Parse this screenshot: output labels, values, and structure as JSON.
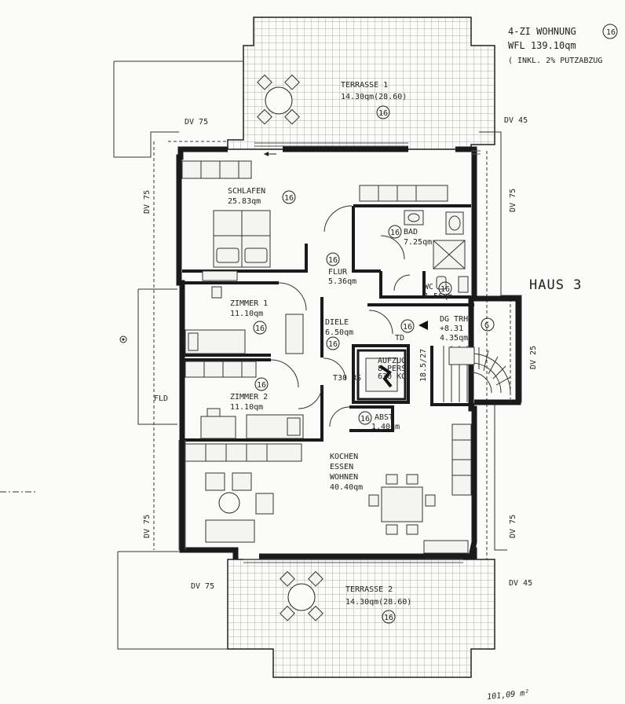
{
  "header": {
    "line1": "4-ZI WOHNUNG",
    "line1_badge": "16",
    "line2": "WFL  139.10qm",
    "line3": "( INKL. 2% PUTZABZUG"
  },
  "building": "HAUS 3",
  "rooms": {
    "terrasse1": {
      "name": "TERRASSE 1",
      "area": "14.30qm(28.60)",
      "badge": "16"
    },
    "schlafen": {
      "name": "SCHLAFEN",
      "area": "25.83qm",
      "badge": "16"
    },
    "bad": {
      "name": "BAD",
      "area": "7.25qm",
      "badge": "16"
    },
    "flur": {
      "name": "FLUR",
      "area": "5.36qm",
      "badge": "16"
    },
    "wc": {
      "name": "WC",
      "area": "1.56qm",
      "badge": "16"
    },
    "zimmer1": {
      "name": "ZIMMER 1",
      "area": "11.10qm",
      "badge": "16"
    },
    "diele": {
      "name": "DIELE",
      "area": "6.50qm",
      "badge": "16"
    },
    "dgtrh": {
      "name": "DG TRH",
      "level": "+8.31",
      "area": "4.35qm",
      "badge": "16",
      "marker": "G"
    },
    "aufzug": {
      "name": "AUFZUG",
      "line2": "8 PERS",
      "line3": "630 KG"
    },
    "zimmer2": {
      "name": "ZIMMER 2",
      "area": "11.10qm",
      "badge": "16"
    },
    "abst": {
      "name": "ABST",
      "area": "1.40qm",
      "badge": "16"
    },
    "kochen": {
      "line1": "KOCHEN",
      "line2": "ESSEN",
      "line3": "WOHNEN",
      "area": "40.40qm"
    },
    "terrasse2": {
      "name": "TERRASSE 2",
      "area": "14.30qm(28.60)",
      "badge": "16"
    }
  },
  "annotations": {
    "dv75_tl": "DV 75",
    "dv45_tr": "DV 45",
    "dv75_left_top": "DV 75",
    "dv75_right_top": "DV 75",
    "dv25_right": "DV 25",
    "dv75_left_bottom": "DV 75",
    "dv75_right_bottom": "DV 75",
    "dv75_bl": "DV 75",
    "dv45_br": "DV 45",
    "fld": "FLD",
    "td": "TD",
    "t30": "T30 RS",
    "stair_small": "18.5/27",
    "handwritten": "101,09 m²"
  }
}
